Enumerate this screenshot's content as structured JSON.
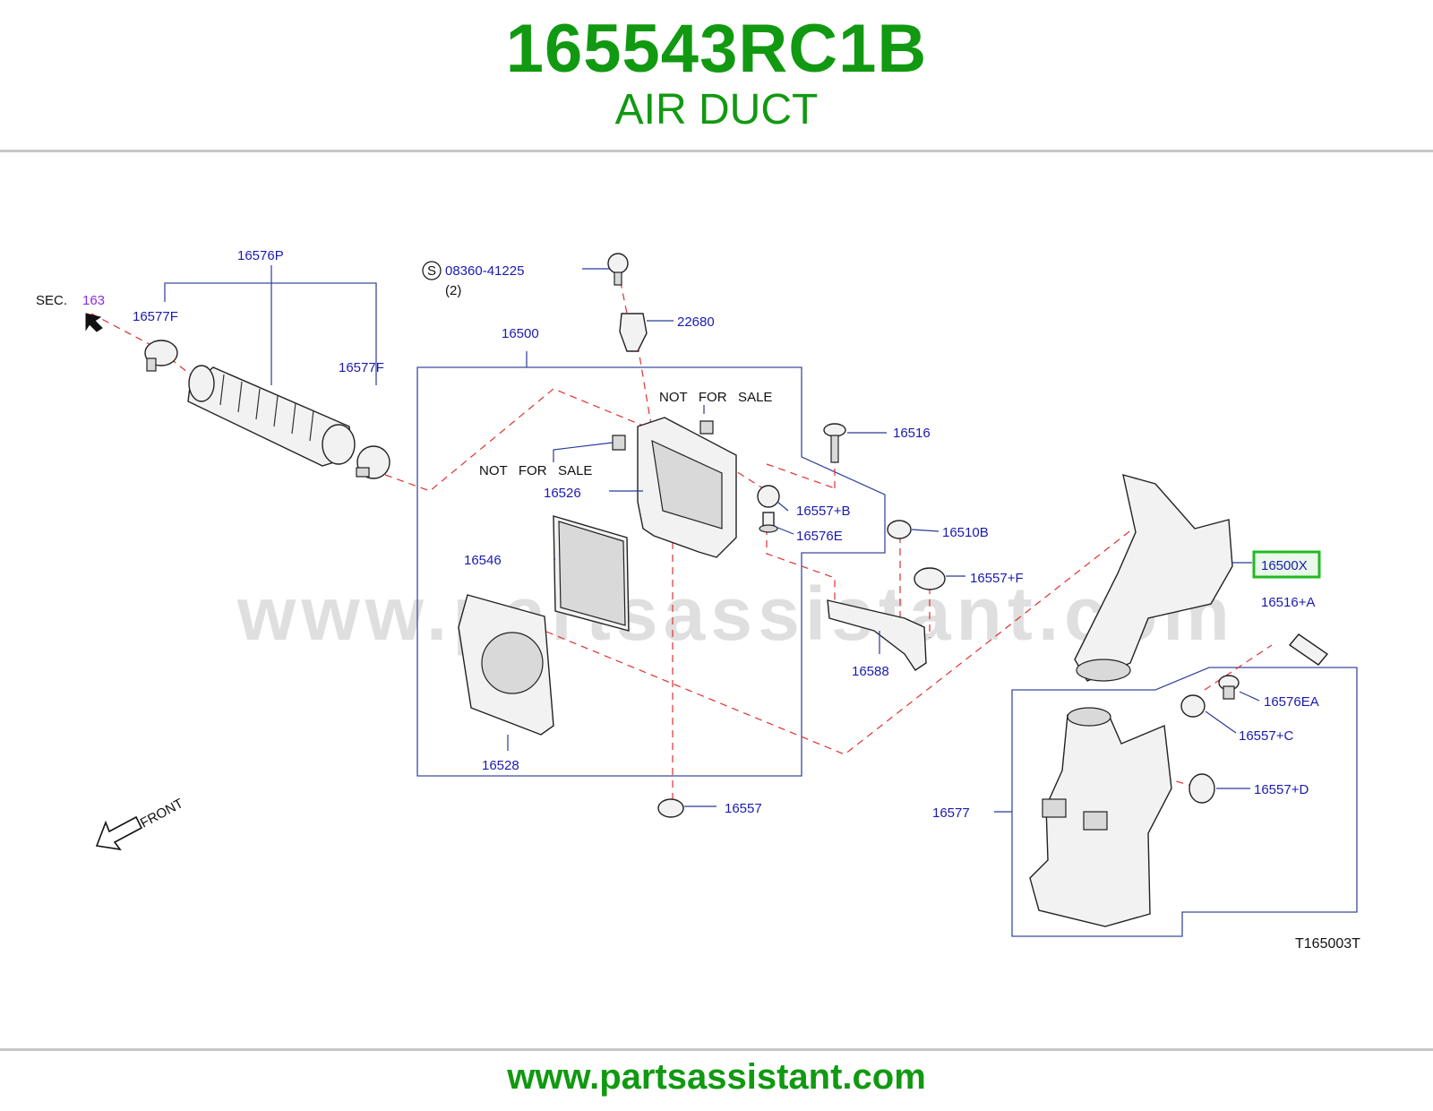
{
  "header": {
    "part_number": "165543RC1B",
    "part_name": "AIR DUCT"
  },
  "footer": {
    "url": "www.partsassistant.com"
  },
  "diagram": {
    "watermark": "www.partsassistant.com",
    "figure_code": "T165003T",
    "section_ref": {
      "prefix": "SEC.",
      "number": "163"
    },
    "front_label": "FRONT",
    "screw_marker": "S",
    "screw_qty": "(2)",
    "highlight_color": "#22bb22",
    "labels": {
      "p16576P": "16576P",
      "p16577F_left": "16577F",
      "p16577F_right": "16577F",
      "p08360": "08360-41225",
      "p22680": "22680",
      "p16500": "16500",
      "nfs_top": "NOT   FOR   SALE",
      "nfs_mid": "NOT   FOR   SALE",
      "p16516": "16516",
      "p16526": "16526",
      "p16557B": "16557+B",
      "p16576E": "16576E",
      "p16510B": "16510B",
      "p16546": "16546",
      "p16557F": "16557+F",
      "p16500X": "16500X",
      "p16516A": "16516+A",
      "p16588": "16588",
      "p16576EA": "16576EA",
      "p16557C": "16557+C",
      "p16528": "16528",
      "p16557": "16557",
      "p16557D": "16557+D",
      "p16577": "16577"
    }
  }
}
